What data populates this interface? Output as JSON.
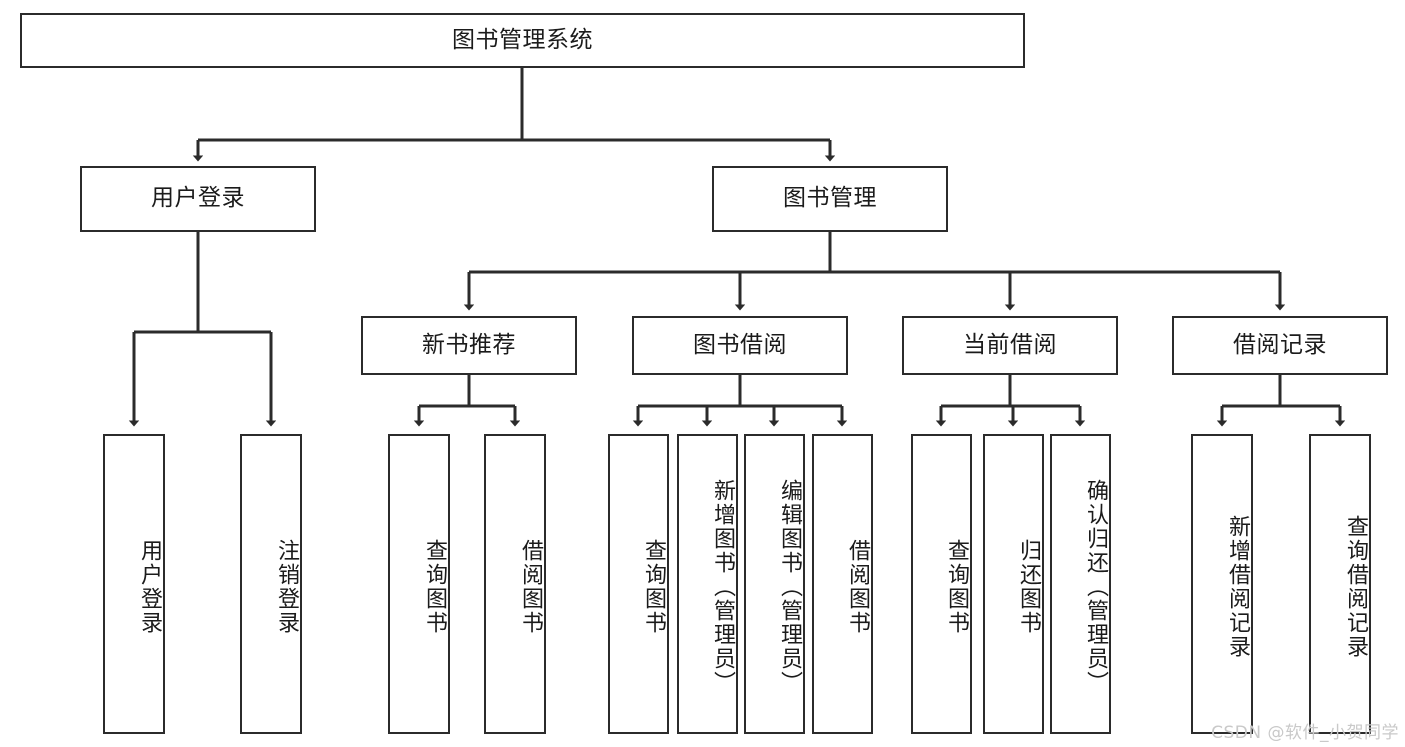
{
  "diagram": {
    "title": "图书管理系统",
    "watermark": "CSDN @软件_小贺同学",
    "line_color": "#2b2b2b",
    "box_fill": "#ffffff",
    "text_color": "#1b1b1b",
    "watermark_color": "#c9c9c9",
    "type": "tree-hierarchy",
    "levels": 4
  },
  "nodes": {
    "root": {
      "label": "图书管理系统"
    },
    "level1": [
      {
        "id": "user-login",
        "label": "用户登录"
      },
      {
        "id": "book-management",
        "label": "图书管理"
      }
    ],
    "level2": [
      {
        "id": "new-book-recommend",
        "label": "新书推荐"
      },
      {
        "id": "book-borrow",
        "label": "图书借阅"
      },
      {
        "id": "current-borrow",
        "label": "当前借阅"
      },
      {
        "id": "borrow-record",
        "label": "借阅记录"
      }
    ],
    "leaves": {
      "user_login": [
        {
          "id": "leaf-user-login",
          "label": "用户登录"
        },
        {
          "id": "leaf-logout-login",
          "label": "注销登录"
        }
      ],
      "new_book_recommend": [
        {
          "id": "leaf-query-book-1",
          "label": "查询图书"
        },
        {
          "id": "leaf-borrow-book-1",
          "label": "借阅图书"
        }
      ],
      "book_borrow": [
        {
          "id": "leaf-query-book-2",
          "label": "查询图书"
        },
        {
          "id": "leaf-add-book",
          "label": "新增图书（管理员）"
        },
        {
          "id": "leaf-edit-book",
          "label": "编辑图书（管理员）"
        },
        {
          "id": "leaf-borrow-book-2",
          "label": "借阅图书"
        }
      ],
      "current_borrow": [
        {
          "id": "leaf-query-book-3",
          "label": "查询图书"
        },
        {
          "id": "leaf-return-book",
          "label": "归还图书"
        },
        {
          "id": "leaf-confirm-return",
          "label": "确认归还（管理员）"
        }
      ],
      "borrow_record": [
        {
          "id": "leaf-add-record",
          "label": "新增借阅记录"
        },
        {
          "id": "leaf-query-record",
          "label": "查询借阅记录"
        }
      ]
    }
  }
}
